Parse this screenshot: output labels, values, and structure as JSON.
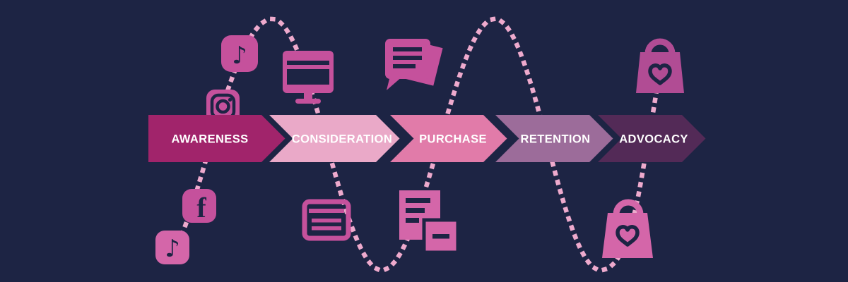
{
  "diagram_type": "customer-journey-funnel",
  "stages": [
    {
      "label": "AWARENESS",
      "color": "#a1246b"
    },
    {
      "label": "CONSIDERATION",
      "color": "#eaa9c8"
    },
    {
      "label": "PURCHASE",
      "color": "#e17ba9"
    },
    {
      "label": "RETENTION",
      "color": "#9c6c9a"
    },
    {
      "label": "ADVOCACY",
      "color": "#532a57"
    }
  ],
  "colors": {
    "background": "#1d2444",
    "label_text": "#ffffff",
    "wave_dots": "#eeaacd",
    "icon_pink": "#c5519c",
    "icon_pink_light": "#d466a9",
    "icon_pink_dark": "#b14c94",
    "glyph_navy": "#1d2444"
  },
  "icons": [
    {
      "name": "tiktok-icon",
      "glyph": "♪",
      "position": "top-left"
    },
    {
      "name": "instagram-icon",
      "glyph": "camera-lens",
      "position": "left"
    },
    {
      "name": "monitor-icon",
      "glyph": "desktop-screen",
      "position": "top"
    },
    {
      "name": "chat-messages-icon",
      "glyph": "speech-bubbles",
      "position": "top-center"
    },
    {
      "name": "shopping-bag-heart-icon",
      "glyph": "bag-heart",
      "position": "top-right"
    },
    {
      "name": "facebook-icon",
      "glyph": "f",
      "position": "bottom-left"
    },
    {
      "name": "tiktok-icon",
      "glyph": "♪",
      "position": "bottom-left"
    },
    {
      "name": "browser-window-icon",
      "glyph": "window-lines",
      "position": "bottom-center"
    },
    {
      "name": "sticky-notes-icon",
      "glyph": "notes",
      "position": "bottom-center"
    },
    {
      "name": "shopping-bag-heart-icon",
      "glyph": "bag-heart",
      "position": "bottom-right"
    }
  ],
  "icon_glyphs": {
    "tiktok_note": "♪",
    "facebook_f": "f"
  }
}
